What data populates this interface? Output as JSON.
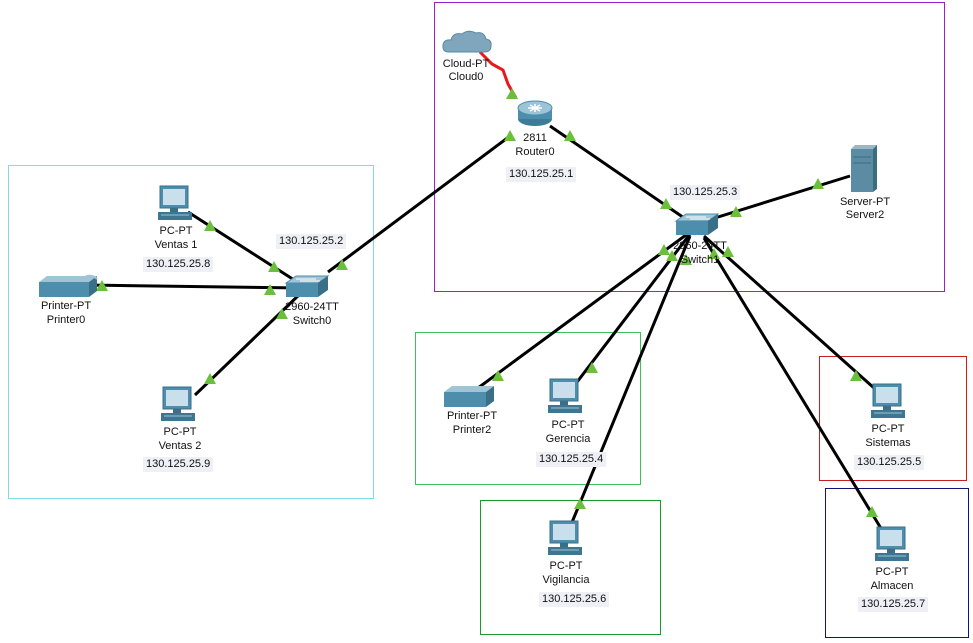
{
  "colors": {
    "cable": "#000000",
    "serial": "#e8191c",
    "port_up": "#6bbf3c",
    "zone_switch0": "#7fdde6",
    "zone_router": "#a020c8",
    "zone_gerencia": "#3fbf5a",
    "zone_vigilancia": "#1a9a2a",
    "zone_sistemas": "#c81e1e",
    "zone_almacen": "#141478",
    "ip_bg": "#eef0f6"
  },
  "devices": {
    "cloud0": {
      "icon": "cloud-icon",
      "type": "Cloud-PT",
      "name": "Cloud0"
    },
    "router0": {
      "icon": "router-icon",
      "type": "2811",
      "name": "Router0",
      "ip": "130.125.25.1"
    },
    "switch_main": {
      "icon": "switch-icon",
      "type": "2960-24TT",
      "name": "Switch1",
      "ip": "130.125.25.3"
    },
    "server2": {
      "icon": "server-icon",
      "type": "Server-PT",
      "name": "Server2"
    },
    "switch0": {
      "icon": "switch-icon",
      "type": "2960-24TT",
      "name": "Switch0",
      "ip": "130.125.25.2"
    },
    "ventas1": {
      "icon": "pc-icon",
      "type": "PC-PT",
      "name": "Ventas 1",
      "ip": "130.125.25.8"
    },
    "printer0": {
      "icon": "printer-icon",
      "type": "Printer-PT",
      "name": "Printer0"
    },
    "ventas2": {
      "icon": "pc-icon",
      "type": "PC-PT",
      "name": "Ventas 2",
      "ip": "130.125.25.9"
    },
    "printer2": {
      "icon": "printer-icon",
      "type": "Printer-PT",
      "name": "Printer2"
    },
    "gerencia": {
      "icon": "pc-icon",
      "type": "PC-PT",
      "name": "Gerencia",
      "ip": "130.125.25.4"
    },
    "vigilancia": {
      "icon": "pc-icon",
      "type": "PC-PT",
      "name": "Vigilancia",
      "ip": "130.125.25.6"
    },
    "sistemas": {
      "icon": "pc-icon",
      "type": "PC-PT",
      "name": "Sistemas",
      "ip": "130.125.25.5"
    },
    "almacen": {
      "icon": "pc-icon",
      "type": "PC-PT",
      "name": "Almacen",
      "ip": "130.125.25.7"
    }
  },
  "links": [
    {
      "from": "cloud0",
      "to": "router0",
      "kind": "serial"
    },
    {
      "from": "router0",
      "to": "switch0",
      "kind": "ethernet"
    },
    {
      "from": "router0",
      "to": "switch_main",
      "kind": "ethernet"
    },
    {
      "from": "switch_main",
      "to": "server2",
      "kind": "ethernet"
    },
    {
      "from": "switch0",
      "to": "ventas1",
      "kind": "ethernet"
    },
    {
      "from": "switch0",
      "to": "printer0",
      "kind": "ethernet"
    },
    {
      "from": "switch0",
      "to": "ventas2",
      "kind": "ethernet"
    },
    {
      "from": "switch_main",
      "to": "printer2",
      "kind": "ethernet"
    },
    {
      "from": "switch_main",
      "to": "gerencia",
      "kind": "ethernet"
    },
    {
      "from": "switch_main",
      "to": "vigilancia",
      "kind": "ethernet"
    },
    {
      "from": "switch_main",
      "to": "sistemas",
      "kind": "ethernet"
    },
    {
      "from": "switch_main",
      "to": "almacen",
      "kind": "ethernet"
    }
  ]
}
